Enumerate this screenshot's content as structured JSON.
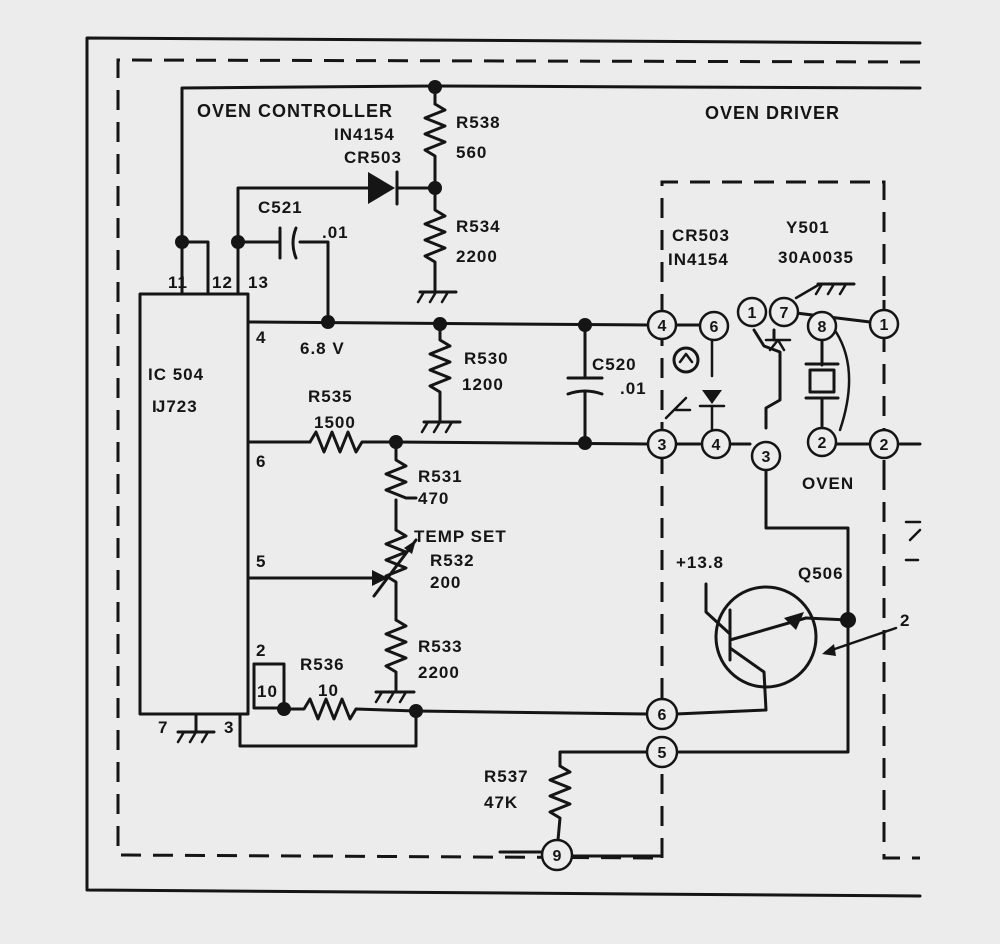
{
  "blocks": {
    "oven_controller": "OVEN CONTROLLER",
    "oven_driver": "OVEN DRIVER",
    "oven": "OVEN"
  },
  "ic": {
    "ref": "IC 504",
    "part": "Ĳ723",
    "pins": {
      "p11": "11",
      "p12": "12",
      "p13": "13",
      "p4": "4",
      "p6": "6",
      "p5": "5",
      "p2": "2",
      "p10": "10",
      "p7": "7",
      "p3": "3"
    }
  },
  "components": {
    "r538": {
      "ref": "R538",
      "value": "560"
    },
    "d_cr503": {
      "part": "IN4154",
      "ref": "CR503"
    },
    "r534": {
      "ref": "R534",
      "value": "2200"
    },
    "c521": {
      "ref": "C521",
      "value": ".01"
    },
    "v68": "6.8 V",
    "r530": {
      "ref": "R530",
      "value": "1200"
    },
    "c520": {
      "ref": "C520",
      "value": ".01"
    },
    "r535": {
      "ref": "R535",
      "value": "1500"
    },
    "r531": {
      "ref": "R531",
      "value": "470"
    },
    "temp_set": "TEMP SET",
    "r532": {
      "ref": "R532",
      "value": "200"
    },
    "r533": {
      "ref": "R533",
      "value": "2200"
    },
    "r536": {
      "ref": "R536",
      "value": "10"
    },
    "r537": {
      "ref": "R537",
      "value": "47K"
    },
    "cr503_driver": {
      "ref": "CR503",
      "part": "IN4154"
    },
    "y501": {
      "ref": "Y501",
      "part": "30A0035"
    },
    "q506": {
      "ref": "Q506",
      "supply": "+13.8"
    }
  },
  "connectors": {
    "c4": "4",
    "c6": "6",
    "c3": "3",
    "c4b": "4",
    "y1": "1",
    "y7": "7",
    "y8": "8",
    "y2": "2",
    "y3": "3",
    "o1": "1",
    "o2": "2",
    "p6": "6",
    "p5": "5",
    "p9": "9"
  },
  "callout": "2"
}
